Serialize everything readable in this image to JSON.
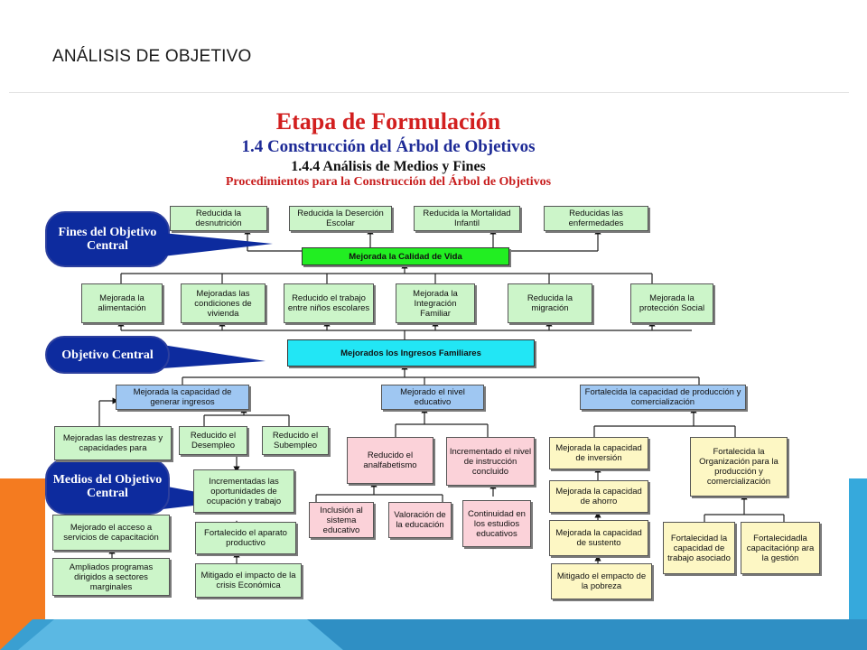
{
  "slide": {
    "title": "ANÁLISIS DE OBJETIVO"
  },
  "colors": {
    "accent_orange": "#f47b20",
    "accent_blue": "#36a9dc",
    "deep_blue": "#0d2b9e"
  },
  "diagram": {
    "heading1": "Etapa de Formulación",
    "heading2": "1.4 Construcción del Árbol de Objetivos",
    "heading3": "1.4.4 Análisis de Medios y Fines",
    "heading4": "Procedimientos para la Construcción del Árbol de Objetivos",
    "tags": {
      "fines": "Fines del Objetivo Central",
      "objetivo": "Objetivo Central",
      "medios": "Medios del Objetivo Central"
    },
    "top_ends": [
      "Reducida la desnutrición",
      "Reducida la Deserción Escolar",
      "Reducida la Mortalidad Infantil",
      "Reducidas las enfermedades"
    ],
    "main_end": "Mejorada la Calidad de Vida",
    "direct_ends": [
      "Mejorada la alimentación",
      "Mejoradas las condiciones de vivienda",
      "Reducido el trabajo entre niños escolares",
      "Mejorada la Integración Familiar",
      "Reducida la migración",
      "Mejorada la protección Social"
    ],
    "central": "Mejorados los Ingresos Familiares",
    "means_level1": [
      "Mejorada la capacidad de generar ingresos",
      "Mejorado el nivel educativo",
      "Fortalecida la capacidad de producción y comercialización"
    ],
    "left_branch": {
      "destrezas": "Mejoradas las destrezas y capacidades para",
      "desempleo": "Reducido el Desempleo",
      "subempleo": "Reducido el Subempleo",
      "oportunidades": "Incrementadas las oportunidades de ocupación y trabajo",
      "acceso": "Mejorado el acceso a servicios de capacitación",
      "aparato": "Fortalecido el aparato productivo",
      "programas": "Ampliados programas dirigidos a sectores marginales",
      "crisis": "Mitigado el impacto de la crisis Económica"
    },
    "middle_branch": {
      "analfabetismo": "Reducido el analfabetismo",
      "instruccion": "Incrementado el nivel de instrucción concluido",
      "inclusion": "Inclusión al sistema educativo",
      "valoracion": "Valoración de la educación",
      "continuidad": "Continuidad en los estudios educativos"
    },
    "right_branch": {
      "inversion": "Mejorada la capacidad de inversión",
      "ahorro": "Mejorada la capacidad de ahorro",
      "sustento": "Mejorada la capacidad de sustento",
      "pobreza": "Mitigado el empacto de la pobreza",
      "organizacion": "Fortalecida la Organización para la producción y comercialización",
      "trabajo_asociado": "Fortalecidad la capacidad de trabajo asociado",
      "gestion": "Fortalecidadla capacitaciónp ara la gestión"
    }
  }
}
